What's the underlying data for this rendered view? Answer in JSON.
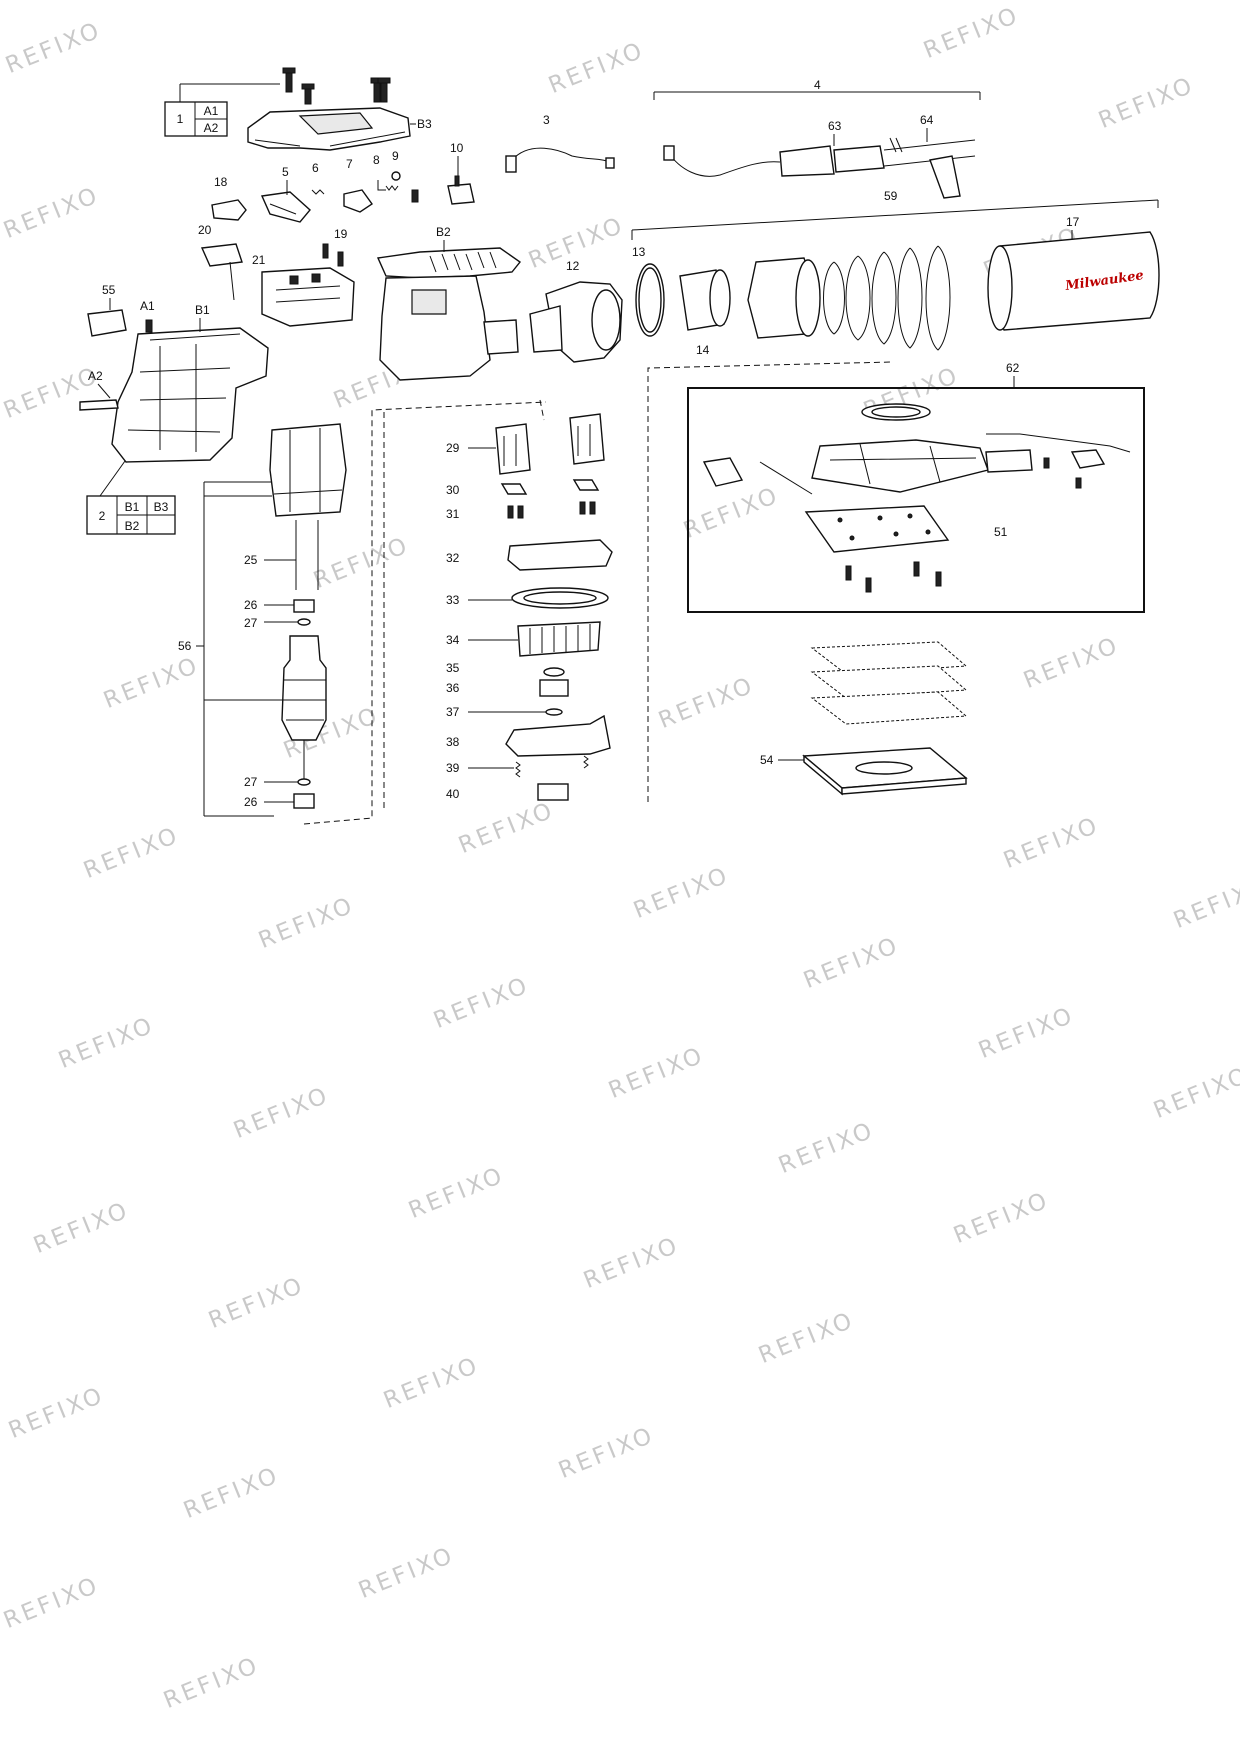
{
  "watermark_text": "REFIXO",
  "brand_logo_text": "Milwaukee",
  "callouts": {
    "c1": "1",
    "c2": "2",
    "c3": "3",
    "c4": "4",
    "c5": "5",
    "c6": "6",
    "c7": "7",
    "c8": "8",
    "c9": "9",
    "c10": "10",
    "c12": "12",
    "c13": "13",
    "c14": "14",
    "c17": "17",
    "c18": "18",
    "c19": "19",
    "c20": "20",
    "c21": "21",
    "c25": "25",
    "c26a": "26",
    "c26b": "26",
    "c27a": "27",
    "c27b": "27",
    "c29": "29",
    "c30": "30",
    "c31": "31",
    "c32": "32",
    "c33": "33",
    "c34": "34",
    "c35": "35",
    "c36": "36",
    "c37": "37",
    "c38": "38",
    "c39": "39",
    "c40": "40",
    "c51": "51",
    "c54": "54",
    "c55": "55",
    "c56": "56",
    "c59": "59",
    "c62": "62",
    "c63": "63",
    "c64": "64",
    "cA1": "A1",
    "cA2": "A2",
    "cB1": "B1",
    "cB2": "B2",
    "cB3": "B3"
  },
  "legend_table_1": {
    "number": "1",
    "rows": [
      "A1",
      "A2"
    ]
  },
  "legend_table_2": {
    "number": "2",
    "row1": [
      "B1",
      "B3"
    ],
    "row2": [
      "B2",
      ""
    ]
  }
}
